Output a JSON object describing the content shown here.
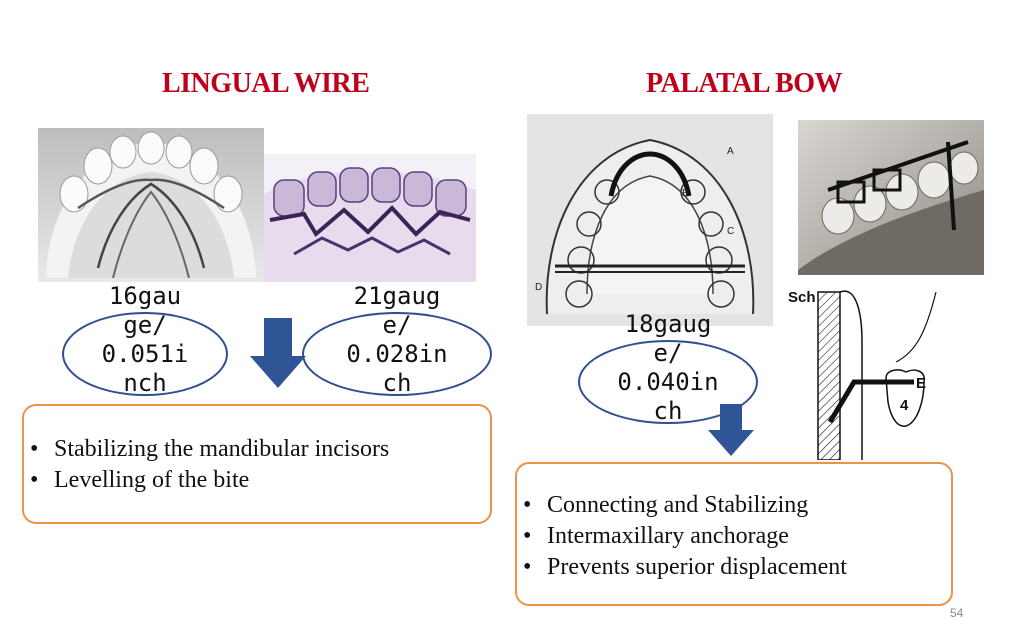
{
  "slide": {
    "left_title": "LINGUAL WIRE",
    "right_title": "PALATAL BOW",
    "page_number": "54"
  },
  "gauges": {
    "left_a": [
      "16gau",
      "ge/",
      "0.051i",
      "nch"
    ],
    "left_b": [
      "21gaug",
      "e/",
      "0.028in",
      "ch"
    ],
    "right": [
      "18gaug",
      "e/",
      "0.040in",
      "ch"
    ]
  },
  "left_bullets": [
    "Stabilizing the mandibular incisors",
    "Levelling of the bite"
  ],
  "right_bullets": [
    "Connecting and Stabilizing",
    "Intermaxillary anchorage",
    "Prevents superior displacement"
  ],
  "diagram_labels": {
    "sch": "Sch",
    "e": "E",
    "tooth_number": "4",
    "a": "A",
    "b": "B",
    "c": "C",
    "d": "D"
  },
  "colors": {
    "title": "#c0001a",
    "oval": "#2f4f8f",
    "arrow": "#2f5597",
    "box_border": "#e8944a"
  }
}
